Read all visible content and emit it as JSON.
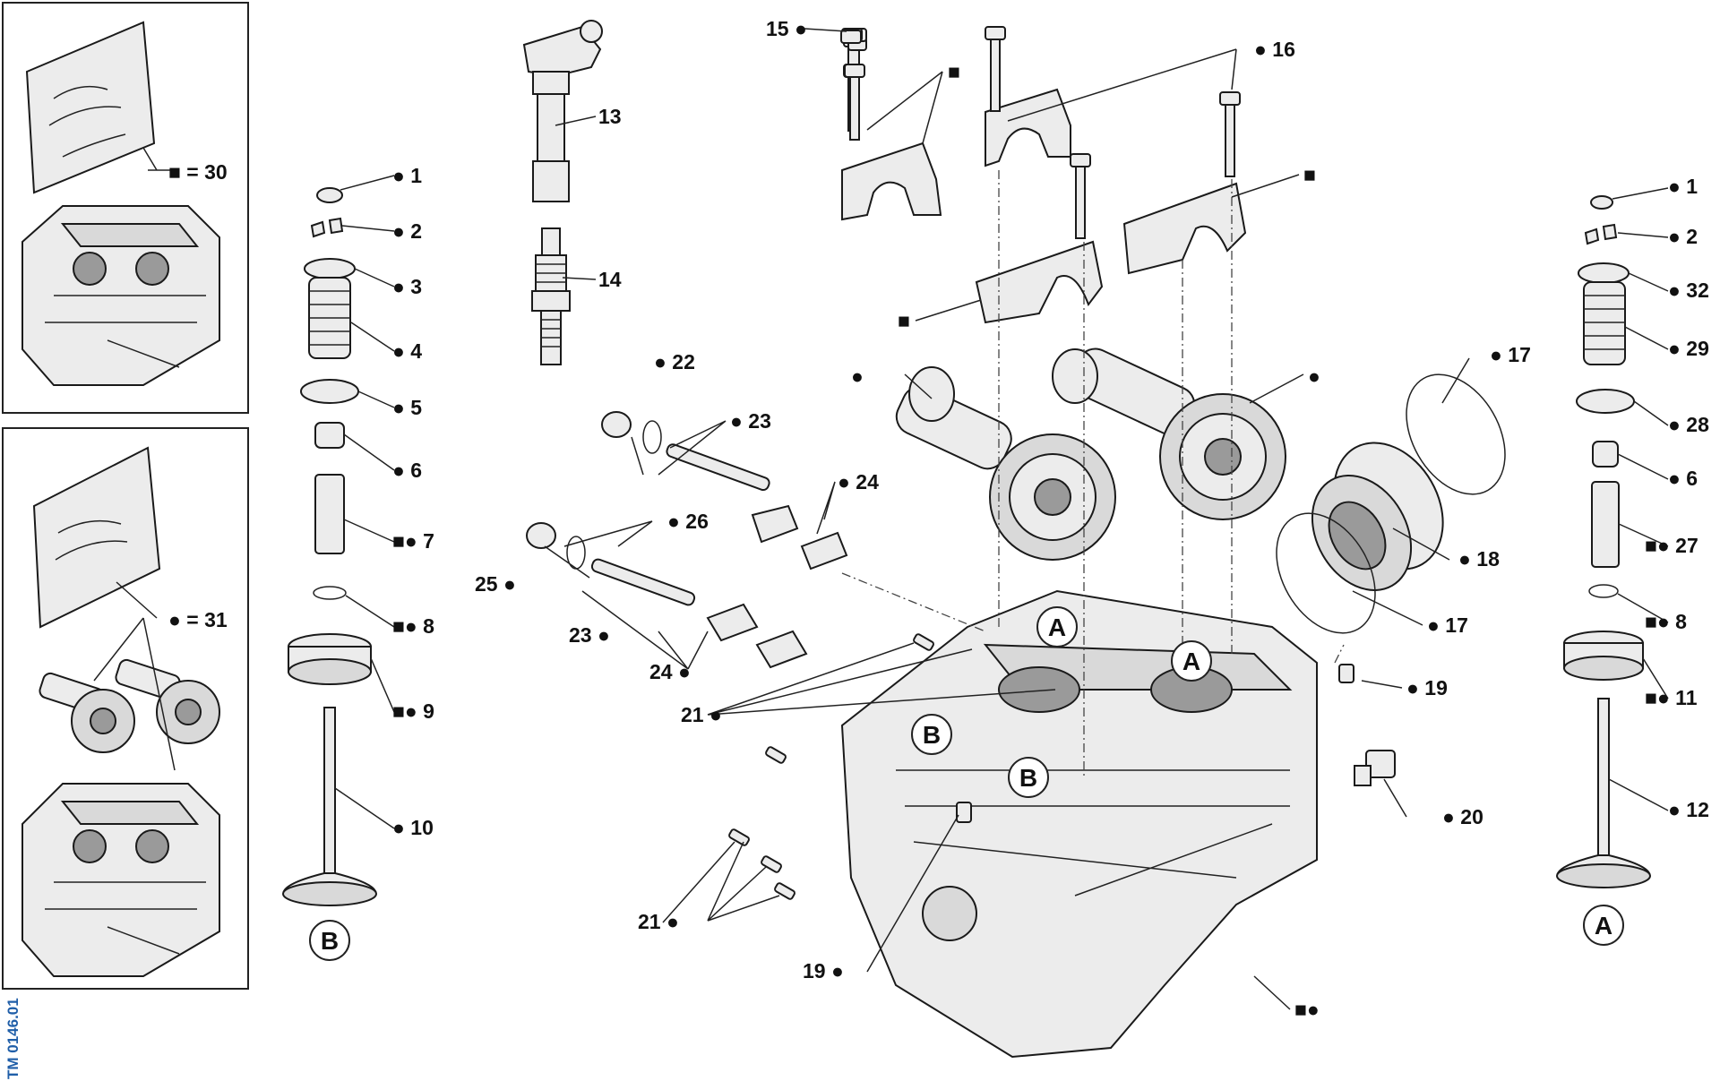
{
  "diagram": {
    "code": "TM 0146.01",
    "kits": [
      {
        "id": "kit-30",
        "label": "■ = 30"
      },
      {
        "id": "kit-31",
        "label": "● = 31"
      }
    ],
    "labels": {
      "l1a": "● 1",
      "l2a": "● 2",
      "l3": "● 3",
      "l4": "● 4",
      "l5": "● 5",
      "l6a": "● 6",
      "l7": "■● 7",
      "l8a": "■● 8",
      "l9": "■● 9",
      "l10": "● 10",
      "l13": "13",
      "l14": "14",
      "l15": "15 ●",
      "l16": "● 16",
      "lsq1": "■",
      "lsq2": "■",
      "lsq3": "■",
      "l22": "● 22",
      "l23a": "● 23",
      "l24a": "● 24",
      "l26": "● 26",
      "l25": "25 ●",
      "l23b": "23 ●",
      "l24b": "24 ●",
      "l21a": "21 ●",
      "l21b": "21 ●",
      "l19b": "19 ●",
      "lcamL": "●",
      "lcamR": "●",
      "l17a": "● 17",
      "l18": "● 18",
      "l17b": "● 17",
      "l19a": "● 19",
      "l20": "● 20",
      "lhead": "■●",
      "l1b": "● 1",
      "l2b": "● 2",
      "l32": "● 32",
      "l29": "● 29",
      "l28": "● 28",
      "l6b": "● 6",
      "l27": "■● 27",
      "l8b": "■● 8",
      "l11": "■● 11",
      "l12": "● 12"
    },
    "markers": {
      "valveB": "B",
      "valveA": "A",
      "headA1": "A",
      "headA2": "A",
      "headB1": "B",
      "headB2": "B"
    }
  }
}
